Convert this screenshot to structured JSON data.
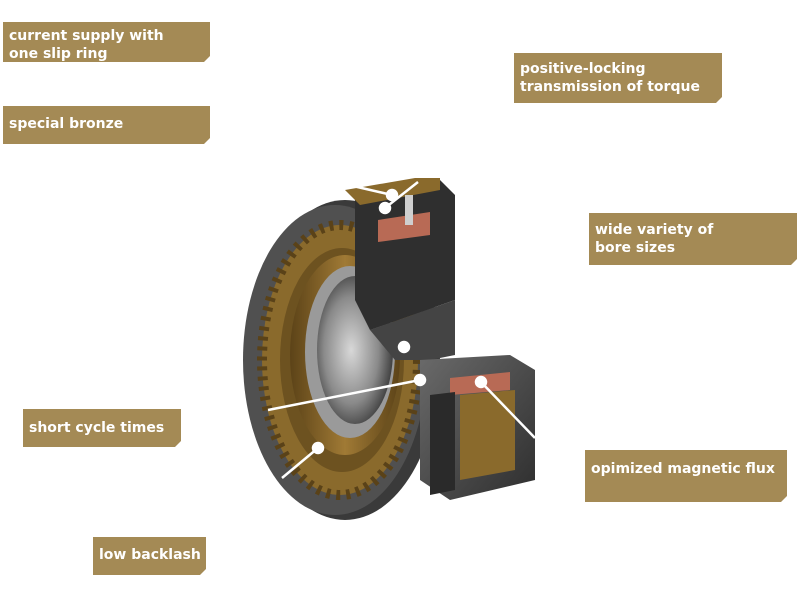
{
  "labels": {
    "current_supply": [
      "current supply with",
      "one slip ring"
    ],
    "special_bronze": [
      "special bronze"
    ],
    "positive_locking": [
      "positive-locking",
      "transmission of torque"
    ],
    "bore_sizes": [
      "wide variety of",
      "bore sizes"
    ],
    "short_cycle": [
      "short cycle times"
    ],
    "magnetic_flux": [
      "opimized magnetic flux"
    ],
    "low_backlash": [
      "low backlash"
    ]
  },
  "colors": {
    "label_bg": "#a48a55",
    "label_text": "#ffffff",
    "bronze": "#8a6a2c",
    "dark_metal": "#3c3c3c",
    "copper": "#b86a55"
  }
}
